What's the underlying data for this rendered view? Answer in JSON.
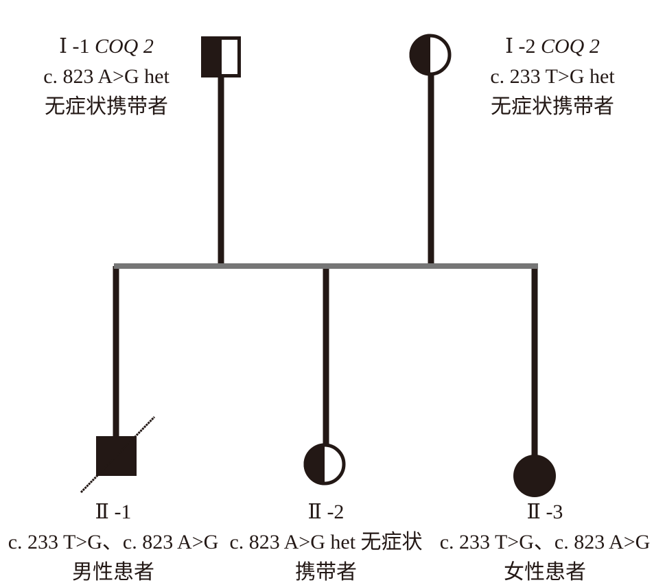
{
  "colors": {
    "line": "#231815",
    "sibship_line": "#767676",
    "background": "#ffffff"
  },
  "individuals": [
    {
      "id": "I-1",
      "sex": "male",
      "status": "heterozygous carrier",
      "label": "Ⅰ -1",
      "gene": "COQ 2",
      "variant": "c. 823 A>G het",
      "note": "无症状携带者"
    },
    {
      "id": "I-2",
      "sex": "female",
      "status": "heterozygous carrier",
      "label": "Ⅰ -2",
      "gene": "COQ 2",
      "variant": "c. 233 T>G het",
      "note": "无症状携带者"
    },
    {
      "id": "II-1",
      "sex": "male",
      "status": "affected, deceased",
      "label": "Ⅱ -1",
      "variant": "c. 233 T>G、c. 823 A>G",
      "note": "男性患者"
    },
    {
      "id": "II-2",
      "sex": "female",
      "status": "heterozygous carrier",
      "label": "Ⅱ -2",
      "variant": "c. 823 A>G het 无症状",
      "note": "携带者"
    },
    {
      "id": "II-3",
      "sex": "female",
      "status": "affected",
      "label": "Ⅱ -3",
      "variant": "c. 233 T>G、c. 823 A>G",
      "note": "女性患者"
    }
  ]
}
